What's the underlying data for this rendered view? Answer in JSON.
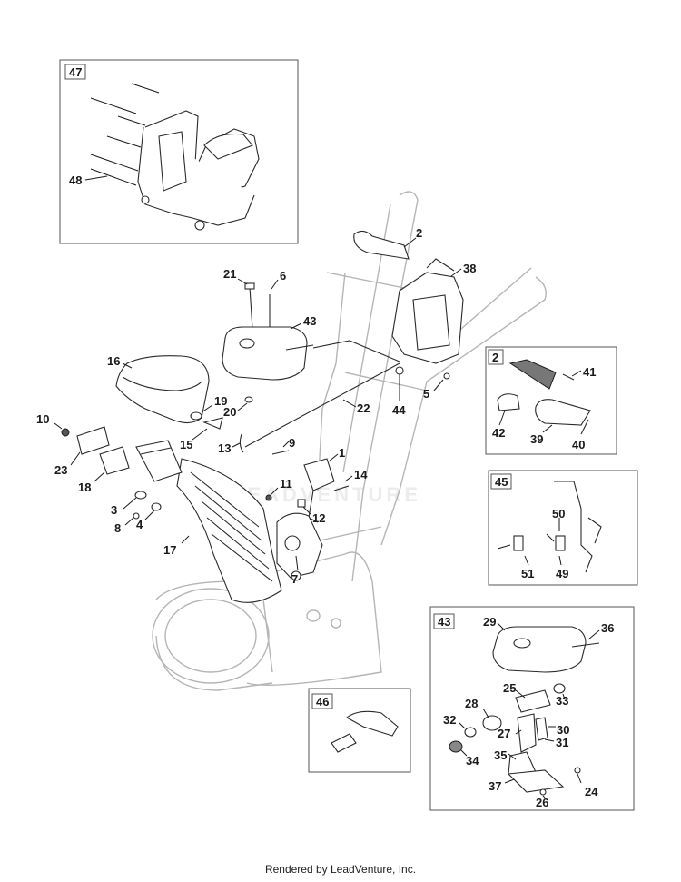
{
  "watermark": "LEADVENTURE",
  "footer": "Rendered by LeadVenture, Inc.",
  "inset_labels": {
    "inset47": "47",
    "inset2": "2",
    "inset45": "45",
    "inset43": "43",
    "inset46": "46"
  },
  "callouts": {
    "c1": "1",
    "c2": "2",
    "c3": "3",
    "c4": "4",
    "c5": "5",
    "c6": "6",
    "c7": "7",
    "c8": "8",
    "c9": "9",
    "c10": "10",
    "c11": "11",
    "c12": "12",
    "c13": "13",
    "c14": "14",
    "c15": "15",
    "c16": "16",
    "c17": "17",
    "c18": "18",
    "c19": "19",
    "c20": "20",
    "c21": "21",
    "c22": "22",
    "c23": "23",
    "c24": "24",
    "c25": "25",
    "c26": "26",
    "c27": "27",
    "c28": "28",
    "c29": "29",
    "c30": "30",
    "c31": "31",
    "c32": "32",
    "c33": "33",
    "c34": "34",
    "c35": "35",
    "c36": "36",
    "c37": "37",
    "c38": "38",
    "c39": "39",
    "c40": "40",
    "c41": "41",
    "c42": "42",
    "c43": "43",
    "c44": "44",
    "c48": "48",
    "c49": "49",
    "c50": "50",
    "c51": "51"
  }
}
